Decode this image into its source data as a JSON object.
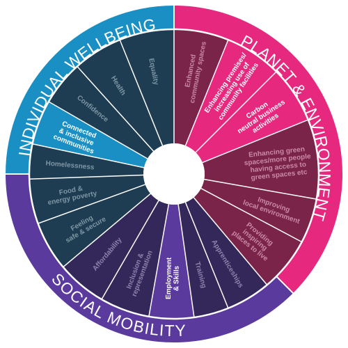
{
  "colors": {
    "individual": "#1a8fc4",
    "planet": "#e6287f",
    "social": "#5b3a9e",
    "white": "#ffffff"
  },
  "rings": [
    {
      "id": "individual",
      "label": "INDIVIDUAL WELLBEING",
      "start": 270,
      "end": 360,
      "color": "#1a8fc4"
    },
    {
      "id": "planet",
      "label": "PLANET & ENVIRONMENT",
      "start": 0,
      "end": 135,
      "color": "#e6287f"
    },
    {
      "id": "social",
      "label": "SOCIAL MOBILITY",
      "start": 135,
      "end": 270,
      "color": "#5b3a9e"
    }
  ],
  "segments": [
    {
      "id": "enhanced-community-spaces",
      "lines": [
        "Enhanced",
        "community spaces"
      ],
      "start": 0,
      "end": 22,
      "fill": "#7b2449",
      "text": "#c98aa5"
    },
    {
      "id": "enhancing-premises",
      "lines": [
        "Enhancing premises/",
        "increasing use of",
        "community facilities"
      ],
      "start": 22,
      "end": 45,
      "fill": "#e6287f",
      "text": "#ffffff"
    },
    {
      "id": "carbon-neutral",
      "lines": [
        "Carbon",
        "neutral business",
        "activities"
      ],
      "start": 45,
      "end": 68,
      "fill": "#e6287f",
      "text": "#ffffff"
    },
    {
      "id": "enhancing-green-spaces",
      "lines": [
        "Enhancing green",
        "spaces/more people",
        "having access to",
        "green spaces etc"
      ],
      "start": 68,
      "end": 100,
      "fill": "#7b2449",
      "text": "#c98aa5"
    },
    {
      "id": "improving-local-environment",
      "lines": [
        "Improving",
        "local environment"
      ],
      "start": 100,
      "end": 118,
      "fill": "#7b2449",
      "text": "#c98aa5"
    },
    {
      "id": "providing-inspiring-places",
      "lines": [
        "Providing",
        "inspiring",
        "places to live"
      ],
      "start": 118,
      "end": 140,
      "fill": "#7b2449",
      "text": "#c98aa5"
    },
    {
      "id": "apprenticeships",
      "lines": [
        "Apprenticeships"
      ],
      "start": 140,
      "end": 158,
      "fill": "#34285a",
      "text": "#8c84ac"
    },
    {
      "id": "training",
      "lines": [
        "Training"
      ],
      "start": 158,
      "end": 172,
      "fill": "#34285a",
      "text": "#8c84ac"
    },
    {
      "id": "employment-skills",
      "lines": [
        "Employment",
        "& Skills"
      ],
      "start": 172,
      "end": 190,
      "fill": "#5b3a9e",
      "text": "#ffffff"
    },
    {
      "id": "inclusion-representation",
      "lines": [
        "Inclusion &",
        "representation"
      ],
      "start": 190,
      "end": 210,
      "fill": "#34285a",
      "text": "#8c84ac"
    },
    {
      "id": "affordability",
      "lines": [
        "Affordability"
      ],
      "start": 210,
      "end": 230,
      "fill": "#34285a",
      "text": "#8c84ac"
    },
    {
      "id": "feeling-safe-secure",
      "lines": [
        "Feeling",
        "safe & secure"
      ],
      "start": 230,
      "end": 250,
      "fill": "#1e3d52",
      "text": "#7e96a4"
    },
    {
      "id": "food-energy-poverty",
      "lines": [
        "Food &",
        "energy poverty"
      ],
      "start": 250,
      "end": 268,
      "fill": "#1e3d52",
      "text": "#7e96a4"
    },
    {
      "id": "homelessness",
      "lines": [
        "Homelessness"
      ],
      "start": 268,
      "end": 282,
      "fill": "#1e3d52",
      "text": "#7e96a4"
    },
    {
      "id": "connected-inclusive",
      "lines": [
        "Connected",
        "& inclusive",
        "communities"
      ],
      "start": 282,
      "end": 300,
      "fill": "#1a8fc4",
      "text": "#ffffff"
    },
    {
      "id": "confidence",
      "lines": [
        "Confidence"
      ],
      "start": 300,
      "end": 318,
      "fill": "#1e3d52",
      "text": "#7e96a4"
    },
    {
      "id": "health",
      "lines": [
        "Health"
      ],
      "start": 318,
      "end": 338,
      "fill": "#1e3d52",
      "text": "#7e96a4"
    },
    {
      "id": "equality",
      "lines": [
        "Equality"
      ],
      "start": 338,
      "end": 360,
      "fill": "#1e3d52",
      "text": "#7e96a4"
    }
  ]
}
